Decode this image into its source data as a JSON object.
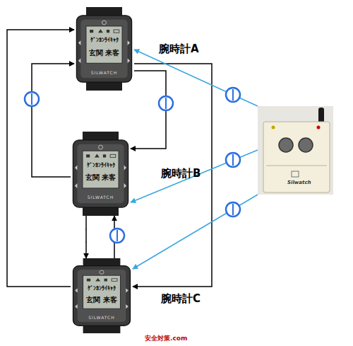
{
  "diagram": {
    "nodes": [
      {
        "text": [
          "腕時計A"
        ]
      },
      {
        "text": [
          "腕時計B"
        ]
      },
      {
        "text": [
          "腕時計C"
        ]
      },
      {
        "text": [
          "Silwatch"
        ]
      }
    ],
    "edges": [
      {
        "from": 0,
        "to": 1,
        "arrow": "to"
      },
      {
        "from": 1,
        "to": 0,
        "arrow": "to"
      },
      {
        "from": 0,
        "to": 2,
        "arrow": "to"
      },
      {
        "from": 2,
        "to": 0,
        "arrow": "to"
      },
      {
        "from": 1,
        "to": 2,
        "arrow": "to"
      },
      {
        "from": 2,
        "to": 1,
        "arrow": "to"
      },
      {
        "from": 3,
        "to": 0,
        "arrow": "to"
      },
      {
        "from": 3,
        "to": 1,
        "arrow": "to"
      },
      {
        "from": 3,
        "to": 2,
        "arrow": "to"
      }
    ],
    "labels": [
      "ｹﾞﾝｶﾝﾗｲｷｬｸ",
      "玄関 来客",
      "SILWATCH",
      "ｹﾞﾝｶﾝﾗｲｷｬｸ",
      "玄関 来客",
      "SILWATCH",
      "ｹﾞﾝｶﾝﾗｲｷｬｸ",
      "玄関 来客",
      "SILWATCH",
      "安全対策.com"
    ]
  }
}
